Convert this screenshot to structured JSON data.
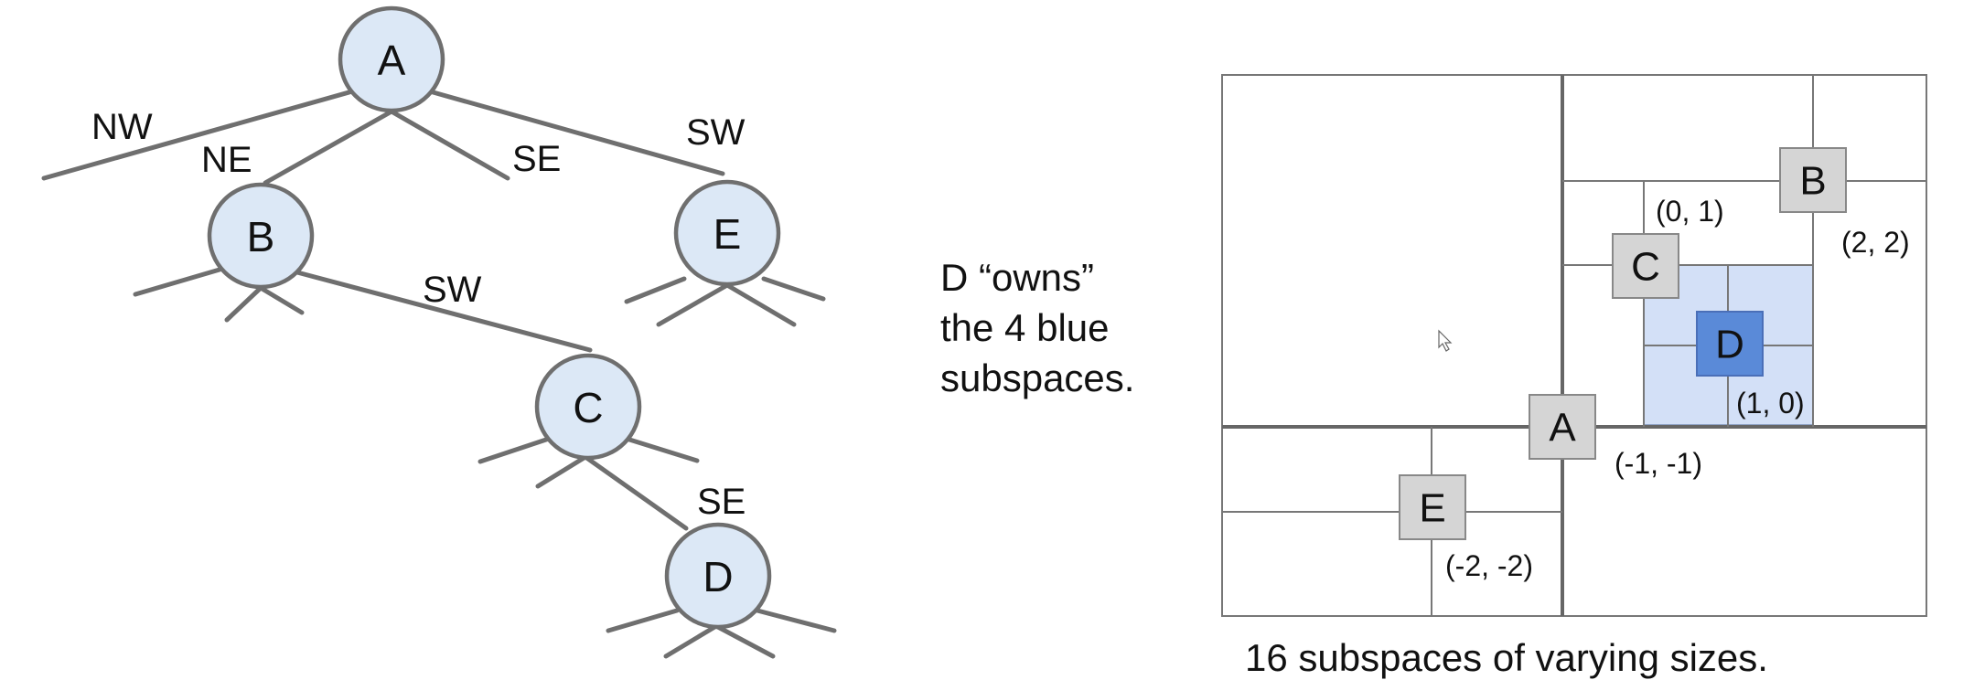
{
  "tree": {
    "nodes": [
      {
        "id": "A",
        "label": "A"
      },
      {
        "id": "B",
        "label": "B"
      },
      {
        "id": "E",
        "label": "E"
      },
      {
        "id": "C",
        "label": "C"
      },
      {
        "id": "D",
        "label": "D"
      }
    ],
    "edge_labels": {
      "a_nw": "NW",
      "a_ne": "NE",
      "a_se": "SE",
      "a_sw": "SW",
      "b_sw": "SW",
      "c_se": "SE"
    }
  },
  "middle_text": {
    "line1": "D “owns”",
    "line2": "the 4 blue",
    "line3": "subspaces."
  },
  "grid": {
    "points": [
      {
        "id": "A",
        "label": "A",
        "coord": "(-1, -1)"
      },
      {
        "id": "B",
        "label": "B",
        "coord": "(2, 2)"
      },
      {
        "id": "C",
        "label": "C",
        "coord": "(0, 1)"
      },
      {
        "id": "D",
        "label": "D",
        "coord": "(1, 0)"
      },
      {
        "id": "E",
        "label": "E",
        "coord": "(-2, -2)"
      }
    ],
    "caption": "16 subspaces of varying sizes."
  }
}
